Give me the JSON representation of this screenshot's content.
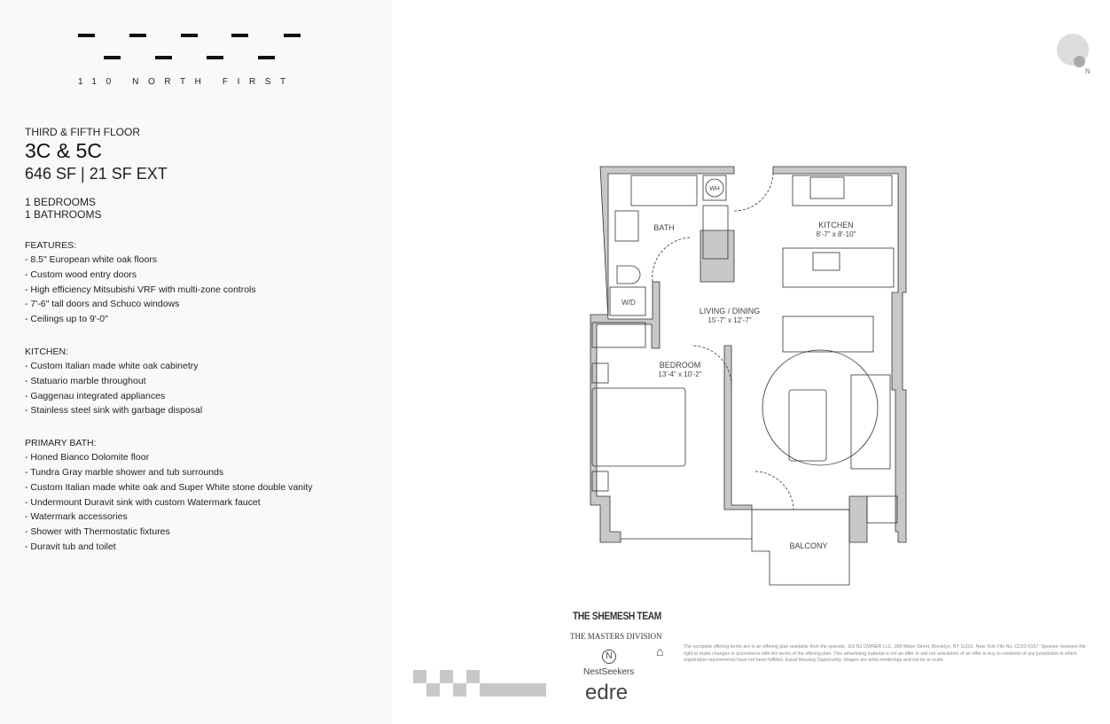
{
  "logo": {
    "name": "110 NORTH FIRST"
  },
  "unit": {
    "floor": "THIRD & FIFTH FLOOR",
    "name": "3C & 5C",
    "size": "646 SF | 21 SF EXT",
    "bedrooms": "1 BEDROOMS",
    "bathrooms": "1 BATHROOMS"
  },
  "sections": [
    {
      "title": "FEATURES:",
      "items": [
        "- 8.5\" European white oak floors",
        "- Custom wood entry doors",
        "- High efficiency Mitsubishi VRF with multi-zone controls",
        "- 7'-6\" tall doors and Schuco windows",
        "- Ceilings up to 9'-0\""
      ]
    },
    {
      "title": "KITCHEN:",
      "items": [
        "- Custom Italian made white oak cabinetry",
        "- Statuario marble throughout",
        "- Gaggenau integrated appliances",
        "- Stainless steel sink with garbage disposal"
      ]
    },
    {
      "title": "PRIMARY BATH:",
      "items": [
        "- Honed Bianco Dolomite floor",
        "- Tundra Gray marble shower and tub surrounds",
        "- Custom Italian made white oak and Super White stone double vanity",
        "- Undermount Duravit sink with custom Watermark faucet",
        "- Watermark accessories",
        "- Shower with Thermostatic fixtures",
        "- Duravit tub and toilet"
      ]
    }
  ],
  "compass": {
    "label": "N",
    "icon": "north-compass-icon"
  },
  "plan": {
    "rooms": {
      "bath": "BATH",
      "wh": "WH",
      "wd": "W/D",
      "kitchen": "KITCHEN",
      "kitchen_dim": "8'-7\" x 8'-10\"",
      "living": "LIVING / DINING",
      "living_dim": "15'-7\" x 12'-7\"",
      "bedroom": "BEDROOM",
      "bedroom_dim": "13'-4\" x 10'-2\"",
      "balcony": "BALCONY"
    }
  },
  "brands": {
    "shemesh": "THE SHEMESH TEAM",
    "masters": "THE MASTERS DIVISION",
    "nestseekers": "NestSeekers",
    "edre": "edre"
  },
  "colors": {
    "wall": "#c8c8c8",
    "line": "#333333"
  },
  "disclaimer": "The complete offering terms are in an offering plan available from the sponsor. 110 N1 OWNER LLC, 288 Water Street, Brooklyn, NY 11201. New York File No. CD22-0157. Sponsor reserves the right to make changes in accordance with the terms of the offering plan. This advertising material is not an offer to sell nor solicitation of an offer to buy to residents of any jurisdiction in which registration requirements have not been fulfilled. Equal Housing Opportunity. Images are artist renderings and not be to scale."
}
